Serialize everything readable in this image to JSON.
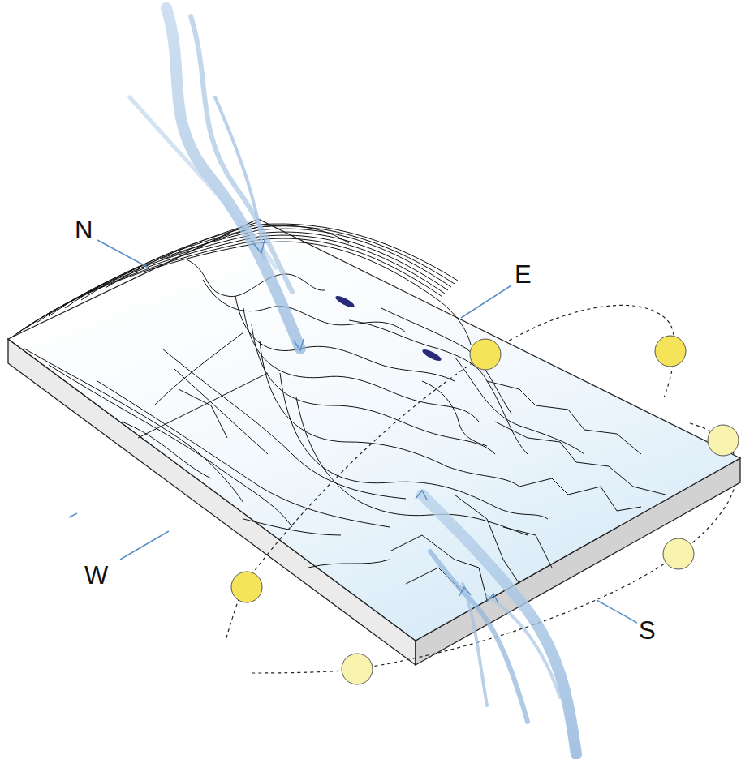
{
  "diagram": {
    "labels": [
      "N",
      "E",
      "W",
      "S"
    ]
  }
}
